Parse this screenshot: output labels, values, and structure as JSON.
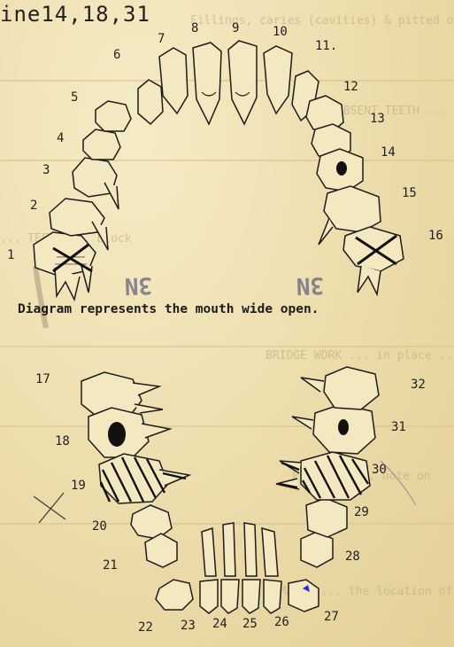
{
  "header_fragment": "ine14,18,31",
  "caption": "Diagram represents the mouth wide open.",
  "stamps": [
    "3N",
    "3N"
  ],
  "background_bleed": [
    "Fillings, caries (cavities) & pitted or",
    "ABSENT TEETH ... (missing) ... check",
    "... TEETH ... Block",
    "BRIDGE WORK ... in place ... solid",
    "FILLINGS ... note on",
    "REMARKS ... the location of"
  ],
  "teeth": {
    "upper": [
      {
        "number": "1",
        "status": "missing"
      },
      {
        "number": "2",
        "status": "present"
      },
      {
        "number": "3",
        "status": "present"
      },
      {
        "number": "4",
        "status": "present"
      },
      {
        "number": "5",
        "status": "present"
      },
      {
        "number": "6",
        "status": "present"
      },
      {
        "number": "7",
        "status": "present"
      },
      {
        "number": "8",
        "status": "present"
      },
      {
        "number": "9",
        "status": "present"
      },
      {
        "number": "10",
        "status": "present"
      },
      {
        "number": "11.",
        "status": "present"
      },
      {
        "number": "12",
        "status": "present"
      },
      {
        "number": "13",
        "status": "present"
      },
      {
        "number": "14",
        "status": "filling"
      },
      {
        "number": "15",
        "status": "present"
      },
      {
        "number": "16",
        "status": "missing"
      }
    ],
    "lower": [
      {
        "number": "17",
        "status": "present"
      },
      {
        "number": "18",
        "status": "filling"
      },
      {
        "number": "19",
        "status": "hatched"
      },
      {
        "number": "20",
        "status": "present"
      },
      {
        "number": "21",
        "status": "present"
      },
      {
        "number": "22",
        "status": "present"
      },
      {
        "number": "23",
        "status": "present"
      },
      {
        "number": "24",
        "status": "present"
      },
      {
        "number": "25",
        "status": "present"
      },
      {
        "number": "26",
        "status": "present"
      },
      {
        "number": "27",
        "status": "present"
      },
      {
        "number": "28",
        "status": "present"
      },
      {
        "number": "29",
        "status": "present"
      },
      {
        "number": "30",
        "status": "hatched"
      },
      {
        "number": "31",
        "status": "filling"
      },
      {
        "number": "32",
        "status": "present"
      }
    ]
  },
  "colors": {
    "paper": "#efe2b3",
    "ink": "#1c1c1c",
    "stamp": "#6c6c84",
    "ghost": "#b7a77a"
  }
}
